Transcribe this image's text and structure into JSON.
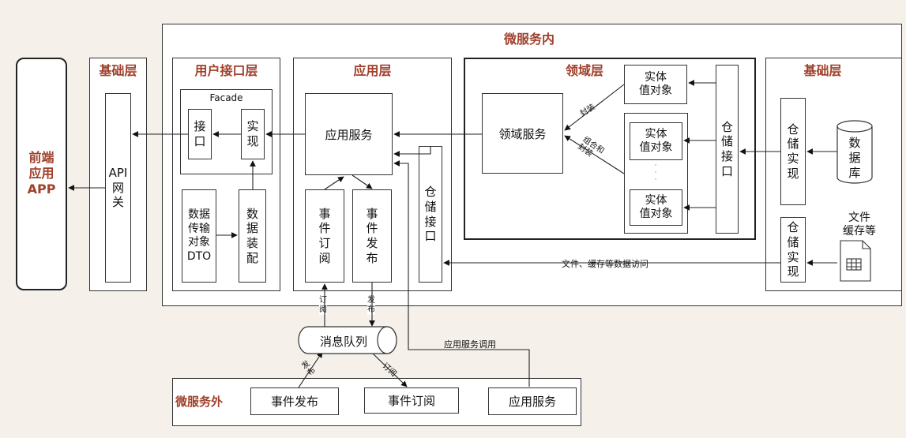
{
  "microservice_inside": {
    "title": "微服务内"
  },
  "frontend": {
    "label": "前端\n应用\nAPP"
  },
  "gateway_layer": {
    "title": "基础层",
    "gateway_label": "API\n网\n关"
  },
  "ui_layer": {
    "title": "用户接口层",
    "facade_label": "Facade",
    "interface_label": "接\n口",
    "impl_label": "实\n现",
    "dto_label": "数据\n传输\n对象\nDTO",
    "assembler_label": "数\n据\n装\n配"
  },
  "app_layer": {
    "title": "应用层",
    "service_label": "应用服务",
    "event_subscribe_label": "事\n件\n订\n阅",
    "event_publish_label": "事\n件\n发\n布",
    "repo_interface_label": "仓\n储\n接\n口"
  },
  "domain_layer": {
    "title": "领域层",
    "domain_service_label": "领域服务",
    "entity_label": "实体\n值对象",
    "repo_interface_label": "仓\n储\n接\n口",
    "encapsulate_label": "封装",
    "combine_label": "组合和\n封装",
    "ellipsis": "·\n·\n·"
  },
  "infra_layer": {
    "title": "基础层",
    "repo_impl_label": "仓\n储\n实\n现",
    "database_label": "数\n据\n库",
    "file_cache_label": "文件\n缓存等"
  },
  "data_access_label": "文件、缓存等数据访问",
  "message_queue": {
    "label": "消息队列",
    "subscribe_label": "订\n阅",
    "publish_label": "发\n布",
    "out_publish_label": "发\n布",
    "out_subscribe_label": "订阅"
  },
  "app_service_call_label": "应用服务调用",
  "microservice_outside": {
    "title": "微服务外",
    "event_publish": "事件发布",
    "event_subscribe": "事件订阅",
    "app_service": "应用服务"
  },
  "colors": {
    "title_red": "#a0402b",
    "background": "#f5f1ea"
  }
}
